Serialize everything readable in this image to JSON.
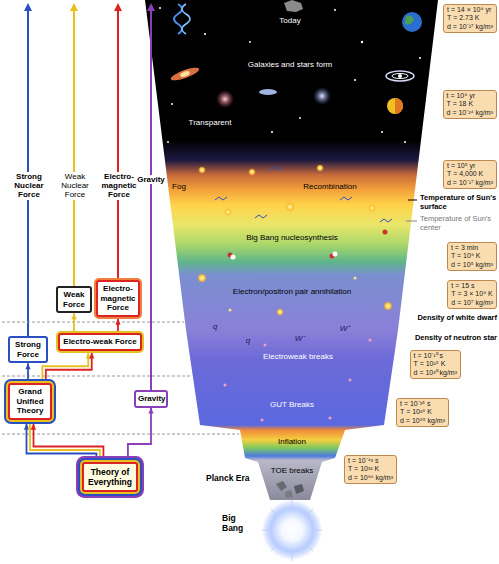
{
  "diagram": {
    "nodes": [
      {
        "text": [
          "Weak Force"
        ]
      },
      {
        "text": [
          "Electro-magnetic Force"
        ]
      },
      {
        "text": [
          "Strong Force"
        ]
      },
      {
        "text": [
          "Electro-weak Force"
        ]
      },
      {
        "text": [
          "Grand Unified Theory"
        ]
      },
      {
        "text": [
          "Gravity"
        ]
      },
      {
        "text": [
          "Theory of Everything"
        ]
      },
      {
        "text": [
          "t = 14 × 10⁹ yr",
          "T = 2.73 K",
          "d = 10⁻²⁷ kg/m³"
        ]
      },
      {
        "text": [
          "t = 10⁹ yr",
          "T = 18 K",
          "d = 10⁻²⁴ kg/m³"
        ]
      },
      {
        "text": [
          "t = 10⁵ yr",
          "T = 4,000 K",
          "d = 10⁻¹⁷ kg/m³"
        ]
      },
      {
        "text": [
          "t = 3 min",
          "T = 10⁹ K",
          "d = 10⁵ kg/m³"
        ]
      },
      {
        "text": [
          "t = 15 s",
          "T = 3 × 10⁹ K",
          "d = 10⁷ kg/m³"
        ]
      },
      {
        "text": [
          "t = 10⁻¹⁰ s",
          "T = 10¹⁵ K",
          "d = 10³⁰ kg/m³"
        ]
      },
      {
        "text": [
          "t = 10⁻³⁵ s",
          "T = 10²⁸ K",
          "d = 10⁸⁵ kg/m³"
        ]
      },
      {
        "text": [
          "t = 10⁻⁴³ s",
          "T = 10³² K",
          "d = 10⁹⁶ kg/m³"
        ]
      }
    ],
    "edges": [
      {
        "from": 6,
        "to": 4,
        "arrow": "to"
      },
      {
        "from": 6,
        "to": 5,
        "arrow": "to"
      },
      {
        "from": 4,
        "to": 2,
        "arrow": "to"
      },
      {
        "from": 4,
        "to": 3,
        "arrow": "to"
      },
      {
        "from": 3,
        "to": 0,
        "arrow": "to"
      },
      {
        "from": 3,
        "to": 1,
        "arrow": "to"
      }
    ],
    "labels": [
      "Strong Nuclear Force",
      "Weak Nuclear Force",
      "Electro-magnetic Force",
      "Gravity",
      "Today",
      "Galaxies and stars form",
      "Transparent",
      "Fog",
      "Recombination",
      "Temperature of Sun's surface",
      "Temperature of Sun's center",
      "Big Bang nucleosynthesis",
      "Electron/positron pair annihilation",
      "Density of white dwarf",
      "Density of neutron star",
      "q",
      "q",
      "W⁻",
      "W⁺",
      "Electroweak breaks",
      "GUT Breaks",
      "Inflation",
      "TOE breaks",
      "Planck Era",
      "Big Bang"
    ]
  }
}
